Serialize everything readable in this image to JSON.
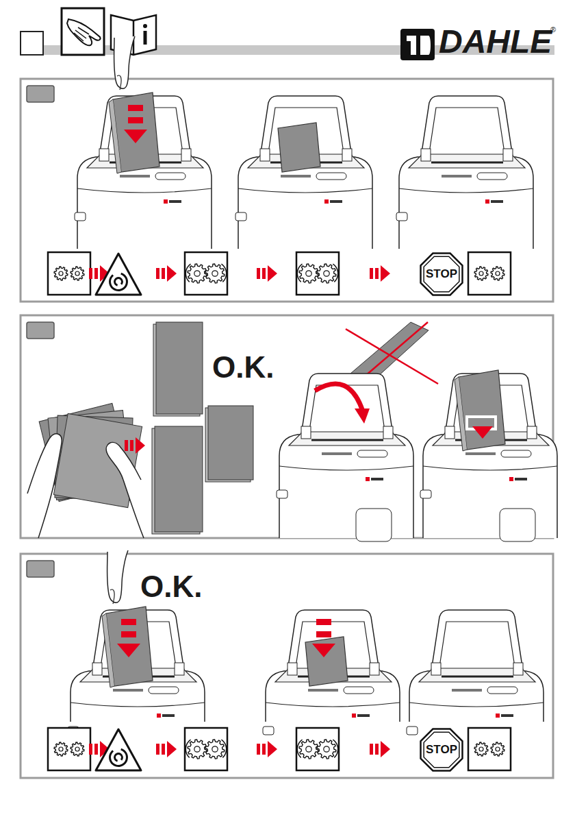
{
  "diagram": {
    "nodes": [
      {
        "text": [
          "STOP"
        ]
      },
      {
        "text": [
          "STOP"
        ]
      }
    ],
    "labels": [
      "DAHLE",
      "®",
      "O.K.",
      "O.K."
    ]
  }
}
